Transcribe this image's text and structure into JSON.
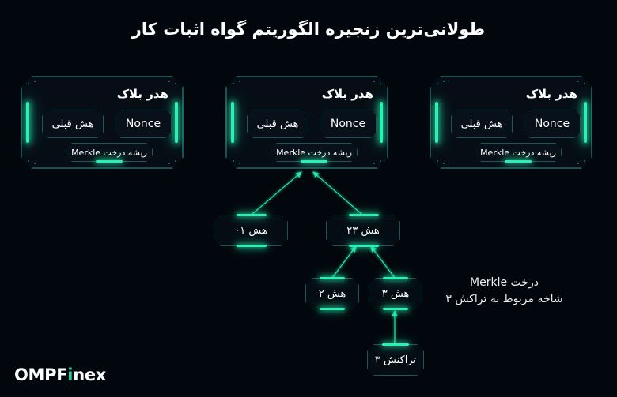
{
  "page": {
    "title": "طولانی‌ترین زنجیره الگوریتم گواه اثبات کار",
    "background_color": "#02070d",
    "accent_color": "#2bf0b4",
    "border_color": "#23565a"
  },
  "blocks": [
    {
      "header_label": "هدر بلاک",
      "prev_hash_label": "هش قبلی",
      "nonce_label": "Nonce",
      "merkle_root_label": "ریشه درخت Merkle"
    },
    {
      "header_label": "هدر بلاک",
      "prev_hash_label": "هش قبلی",
      "nonce_label": "Nonce",
      "merkle_root_label": "ریشه درخت Merkle"
    },
    {
      "header_label": "هدر بلاک",
      "prev_hash_label": "هش قبلی",
      "nonce_label": "Nonce",
      "merkle_root_label": "ریشه درخت Merkle"
    }
  ],
  "tree": {
    "hash_01": "هش ۰۱",
    "hash_23": "هش ۲۳",
    "hash_2": "هش ۲",
    "hash_3": "هش ۳",
    "transaction_3": "تراکنش ۳"
  },
  "caption": {
    "line1": "درخت Merkle",
    "line2": "شاخه مربوط به تراکش ۳"
  },
  "logo": {
    "text_main": "OMPF",
    "text_accent": "i",
    "text_tail": "nex"
  }
}
